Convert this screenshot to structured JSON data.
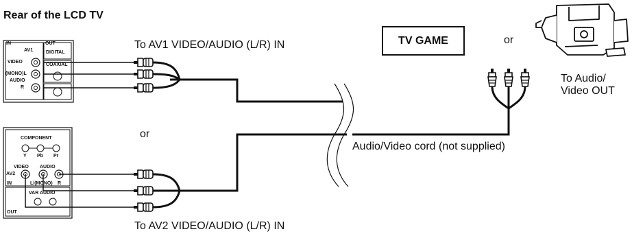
{
  "title": "Rear of the LCD TV",
  "labels": {
    "av1_in": "To AV1 VIDEO/AUDIO (L/R) IN",
    "av2_in": "To AV2 VIDEO/AUDIO (L/R) IN",
    "or_top": "or",
    "or_left": "or",
    "tv_game": "TV GAME",
    "to_av_out_line1": "To Audio/",
    "to_av_out_line2": "Video OUT",
    "cord": "Audio/Video cord (not supplied)"
  },
  "panel_top": {
    "in": "IN",
    "out": "OUT",
    "av1": "AV1",
    "video": "VIDEO",
    "digital": "DIGITAL",
    "coaxial": "COAXIAL",
    "mono_l": "(MONO)L",
    "audio": "AUDIO",
    "r": "R"
  },
  "panel_bottom": {
    "component": "COMPONENT",
    "y": "Y",
    "pb": "Pb",
    "pr": "Pr",
    "video": "VIDEO",
    "audio": "AUDIO",
    "av2": "AV2",
    "in": "IN",
    "l_mono": "L/(MONO)",
    "r": "R",
    "var_audio": "VAR AUDIO",
    "out": "OUT"
  },
  "icons": [
    "rca-plug-icon",
    "camcorder-icon",
    "cable-break-icon"
  ]
}
